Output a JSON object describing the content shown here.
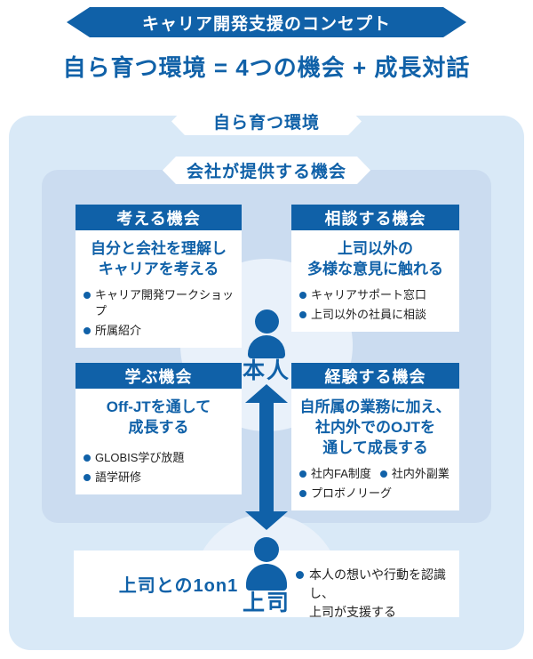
{
  "banner": "キャリア開発支援のコンセプト",
  "title": "自ら育つ環境 = 4つの機会 + 成長対話",
  "labels": {
    "environment": "自ら育つ環境",
    "company_opportunities": "会社が提供する機会",
    "self": "本人",
    "boss": "上司"
  },
  "opportunities": [
    {
      "header": "考える機会",
      "summary": [
        "自分と会社を理解し",
        "キャリアを考える"
      ],
      "bullets": [
        "キャリア開発ワークショップ",
        "所属紹介"
      ]
    },
    {
      "header": "相談する機会",
      "summary": [
        "上司以外の",
        "多様な意見に触れる"
      ],
      "bullets": [
        "キャリアサポート窓口",
        "上司以外の社員に相談"
      ]
    },
    {
      "header": "学ぶ機会",
      "summary": [
        "Off-JTを通して",
        "成長する"
      ],
      "bullets": [
        "GLOBIS学び放題",
        "語学研修"
      ]
    },
    {
      "header": "経験する機会",
      "summary": [
        "自所属の業務に加え、",
        "社内外でのOJTを",
        "通して成長する"
      ],
      "bullets": [
        "社内FA制度",
        "社内外副業",
        "プロボノリーグ"
      ]
    }
  ],
  "one_on_one": {
    "title": "上司との1on1",
    "lines": [
      "本人の想いや行動を認識し、",
      "上司が支援する"
    ]
  },
  "colors": {
    "primary_blue": "#1061a8",
    "outer_panel_bg": "#d9e9f7",
    "inner_panel_bg": "#cbdcf0",
    "halo_bg": "#e9f1fa",
    "body_text": "#1f1f1f"
  }
}
